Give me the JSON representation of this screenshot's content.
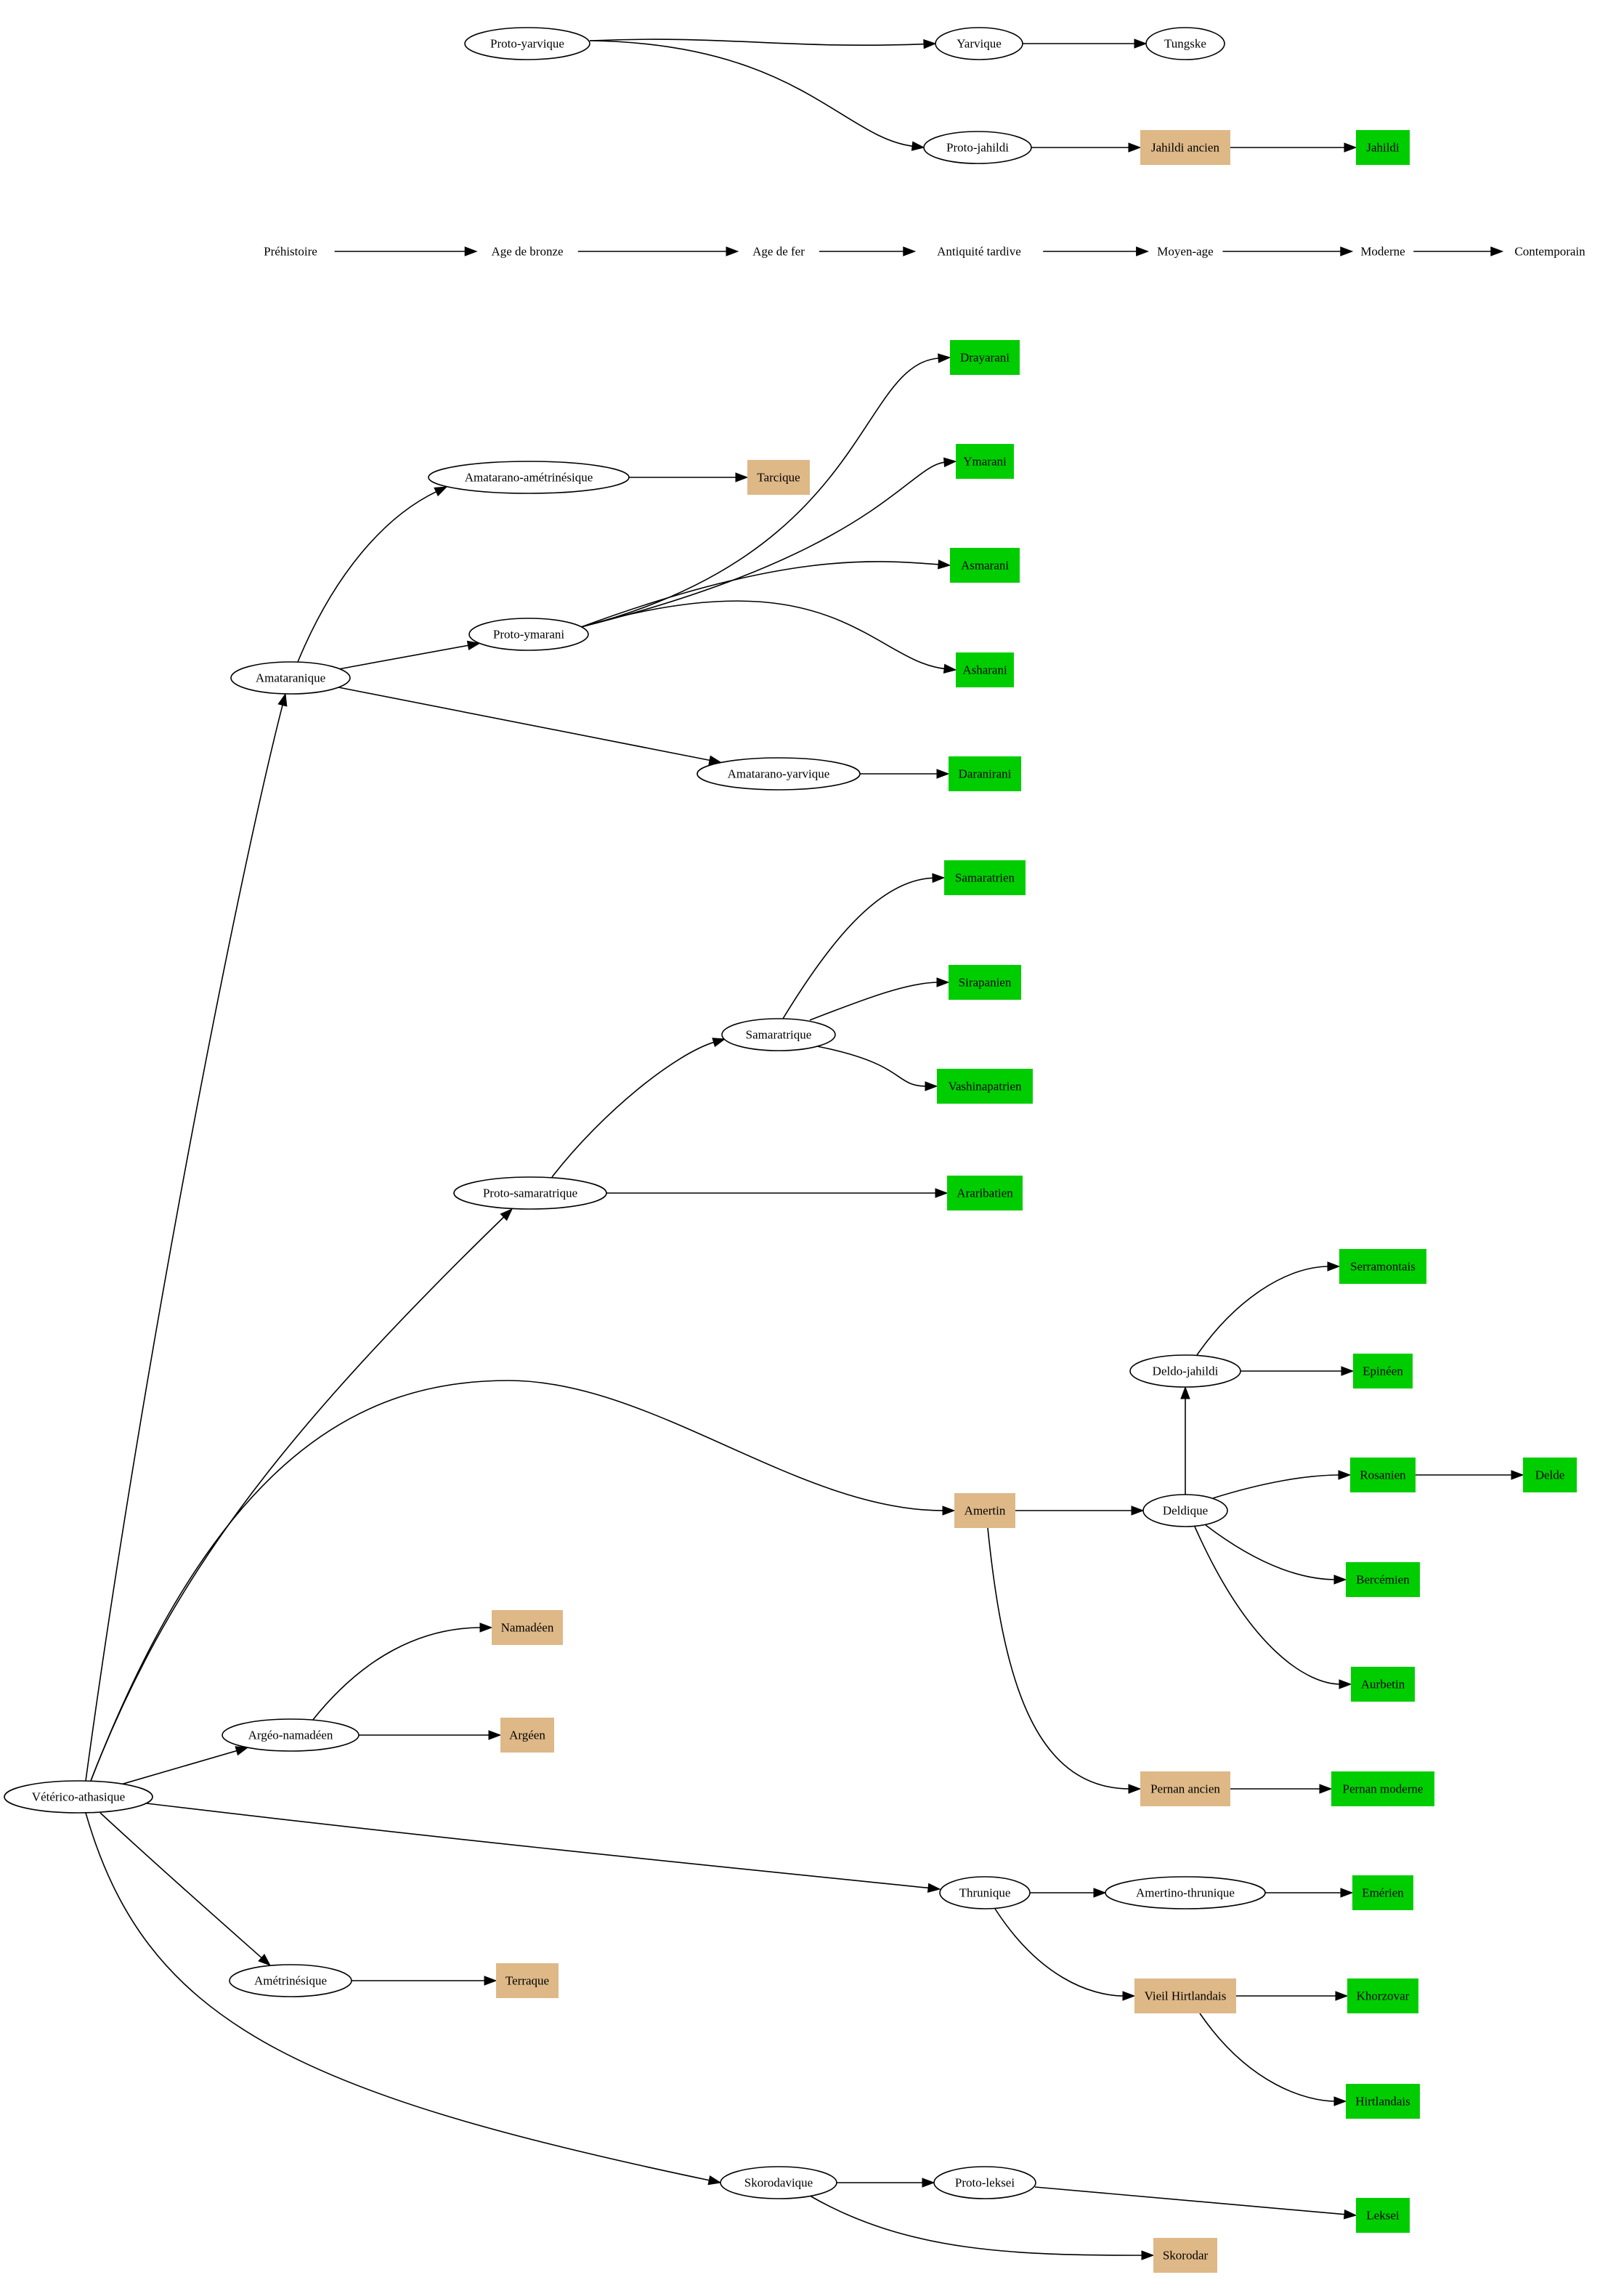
{
  "title": "Arbre généalogique des langues",
  "colors": {
    "ancient": "#deb887",
    "modern": "#00cd00",
    "proto": "#ffffff"
  },
  "timeline": [
    "Préhistoire",
    "Age de bronze",
    "Age de fer",
    "Antiquité tardive",
    "Moyen-age",
    "Moderne",
    "Contemporain"
  ],
  "nodes": [
    {
      "id": "proto_yarvique",
      "label": "Proto-yarvique",
      "type": "proto"
    },
    {
      "id": "yarvique",
      "label": "Yarvique",
      "type": "proto"
    },
    {
      "id": "tungske",
      "label": "Tungske",
      "type": "proto"
    },
    {
      "id": "proto_jahildi",
      "label": "Proto-jahildi",
      "type": "proto"
    },
    {
      "id": "jahildi_ancien",
      "label": "Jahildi ancien",
      "type": "ancient"
    },
    {
      "id": "jahildi",
      "label": "Jahildi",
      "type": "modern"
    },
    {
      "id": "t0",
      "label": "Préhistoire",
      "type": "time"
    },
    {
      "id": "t1",
      "label": "Age de bronze",
      "type": "time"
    },
    {
      "id": "t2",
      "label": "Age de fer",
      "type": "time"
    },
    {
      "id": "t3",
      "label": "Antiquité tardive",
      "type": "time"
    },
    {
      "id": "t4",
      "label": "Moyen-age",
      "type": "time"
    },
    {
      "id": "t5",
      "label": "Moderne",
      "type": "time"
    },
    {
      "id": "t6",
      "label": "Contemporain",
      "type": "time"
    },
    {
      "id": "drayarani",
      "label": "Drayarani",
      "type": "modern"
    },
    {
      "id": "amatarano_ametr",
      "label": "Amatarano-amétrinésique",
      "type": "proto"
    },
    {
      "id": "tarcique",
      "label": "Tarcique",
      "type": "ancient"
    },
    {
      "id": "ymarani",
      "label": "Ymarani",
      "type": "modern"
    },
    {
      "id": "asmarani",
      "label": "Asmarani",
      "type": "modern"
    },
    {
      "id": "proto_ymarani",
      "label": "Proto-ymarani",
      "type": "proto"
    },
    {
      "id": "asharani",
      "label": "Asharani",
      "type": "modern"
    },
    {
      "id": "amataranique",
      "label": "Amataranique",
      "type": "proto"
    },
    {
      "id": "amatarano_yarv",
      "label": "Amatarano-yarvique",
      "type": "proto"
    },
    {
      "id": "daranirani",
      "label": "Daranirani",
      "type": "modern"
    },
    {
      "id": "samaratrien",
      "label": "Samaratrien",
      "type": "modern"
    },
    {
      "id": "sirapanien",
      "label": "Sirapanien",
      "type": "modern"
    },
    {
      "id": "samaratrique",
      "label": "Samaratrique",
      "type": "proto"
    },
    {
      "id": "vashinapatrien",
      "label": "Vashinapatrien",
      "type": "modern"
    },
    {
      "id": "proto_samaratrique",
      "label": "Proto-samaratrique",
      "type": "proto"
    },
    {
      "id": "araribatien",
      "label": "Araribatien",
      "type": "modern"
    },
    {
      "id": "serramontais",
      "label": "Serramontais",
      "type": "modern"
    },
    {
      "id": "deldo_jahildi",
      "label": "Deldo-jahildi",
      "type": "proto"
    },
    {
      "id": "epineen",
      "label": "Epinéen",
      "type": "modern"
    },
    {
      "id": "rosanien",
      "label": "Rosanien",
      "type": "modern"
    },
    {
      "id": "delde",
      "label": "Delde",
      "type": "modern"
    },
    {
      "id": "amertin",
      "label": "Amertin",
      "type": "ancient"
    },
    {
      "id": "deldique",
      "label": "Deldique",
      "type": "proto"
    },
    {
      "id": "bercemien",
      "label": "Bercémien",
      "type": "modern"
    },
    {
      "id": "aurbetin",
      "label": "Aurbetin",
      "type": "modern"
    },
    {
      "id": "pernan_ancien",
      "label": "Pernan ancien",
      "type": "ancient"
    },
    {
      "id": "pernan_moderne",
      "label": "Pernan moderne",
      "type": "modern"
    },
    {
      "id": "namadeen",
      "label": "Namadéen",
      "type": "ancient"
    },
    {
      "id": "argeo_namadeen",
      "label": "Argéo-namadéen",
      "type": "proto"
    },
    {
      "id": "argeen",
      "label": "Argéen",
      "type": "ancient"
    },
    {
      "id": "veterico",
      "label": "Vétérico-athasique",
      "type": "proto"
    },
    {
      "id": "thrunique",
      "label": "Thrunique",
      "type": "proto"
    },
    {
      "id": "amertino_thrunique",
      "label": "Amertino-thrunique",
      "type": "proto"
    },
    {
      "id": "emerien",
      "label": "Emérien",
      "type": "modern"
    },
    {
      "id": "ametrinesique",
      "label": "Amétrinésique",
      "type": "proto"
    },
    {
      "id": "terraque",
      "label": "Terraque",
      "type": "ancient"
    },
    {
      "id": "vieil_hirtlandais",
      "label": "Vieil Hirtlandais",
      "type": "ancient"
    },
    {
      "id": "khorzovar",
      "label": "Khorzovar",
      "type": "modern"
    },
    {
      "id": "hirtlandais",
      "label": "Hirtlandais",
      "type": "modern"
    },
    {
      "id": "skorodavique",
      "label": "Skorodavique",
      "type": "proto"
    },
    {
      "id": "proto_leksei",
      "label": "Proto-leksei",
      "type": "proto"
    },
    {
      "id": "leksei",
      "label": "Leksei",
      "type": "modern"
    },
    {
      "id": "skorodar",
      "label": "Skorodar",
      "type": "ancient"
    }
  ],
  "edges": [
    [
      "proto_yarvique",
      "yarvique"
    ],
    [
      "yarvique",
      "tungske"
    ],
    [
      "proto_yarvique",
      "proto_jahildi"
    ],
    [
      "proto_jahildi",
      "jahildi_ancien"
    ],
    [
      "jahildi_ancien",
      "jahildi"
    ],
    [
      "t0",
      "t1"
    ],
    [
      "t1",
      "t2"
    ],
    [
      "t2",
      "t3"
    ],
    [
      "t3",
      "t4"
    ],
    [
      "t4",
      "t5"
    ],
    [
      "t5",
      "t6"
    ],
    [
      "amataranique",
      "amatarano_ametr"
    ],
    [
      "amatarano_ametr",
      "tarcique"
    ],
    [
      "amataranique",
      "proto_ymarani"
    ],
    [
      "proto_ymarani",
      "drayarani"
    ],
    [
      "proto_ymarani",
      "ymarani"
    ],
    [
      "proto_ymarani",
      "asmarani"
    ],
    [
      "proto_ymarani",
      "asharani"
    ],
    [
      "amataranique",
      "amatarano_yarv"
    ],
    [
      "amatarano_yarv",
      "daranirani"
    ],
    [
      "veterico",
      "amataranique"
    ],
    [
      "veterico",
      "proto_samaratrique"
    ],
    [
      "proto_samaratrique",
      "samaratrique"
    ],
    [
      "proto_samaratrique",
      "araribatien"
    ],
    [
      "samaratrique",
      "samaratrien"
    ],
    [
      "samaratrique",
      "sirapanien"
    ],
    [
      "samaratrique",
      "vashinapatrien"
    ],
    [
      "veterico",
      "amertin"
    ],
    [
      "amertin",
      "deldique"
    ],
    [
      "amertin",
      "pernan_ancien"
    ],
    [
      "pernan_ancien",
      "pernan_moderne"
    ],
    [
      "deldique",
      "deldo_jahildi"
    ],
    [
      "deldo_jahildi",
      "serramontais"
    ],
    [
      "deldo_jahildi",
      "epineen"
    ],
    [
      "deldique",
      "rosanien"
    ],
    [
      "rosanien",
      "delde"
    ],
    [
      "deldique",
      "bercemien"
    ],
    [
      "deldique",
      "aurbetin"
    ],
    [
      "veterico",
      "argeo_namadeen"
    ],
    [
      "argeo_namadeen",
      "namadeen"
    ],
    [
      "argeo_namadeen",
      "argeen"
    ],
    [
      "veterico",
      "thrunique"
    ],
    [
      "thrunique",
      "amertino_thrunique"
    ],
    [
      "amertino_thrunique",
      "emerien"
    ],
    [
      "thrunique",
      "vieil_hirtlandais"
    ],
    [
      "vieil_hirtlandais",
      "khorzovar"
    ],
    [
      "vieil_hirtlandais",
      "hirtlandais"
    ],
    [
      "veterico",
      "ametrinesique"
    ],
    [
      "ametrinesique",
      "terraque"
    ],
    [
      "veterico",
      "skorodavique"
    ],
    [
      "skorodavique",
      "proto_leksei"
    ],
    [
      "proto_leksei",
      "leksei"
    ],
    [
      "skorodavique",
      "skorodar"
    ]
  ]
}
